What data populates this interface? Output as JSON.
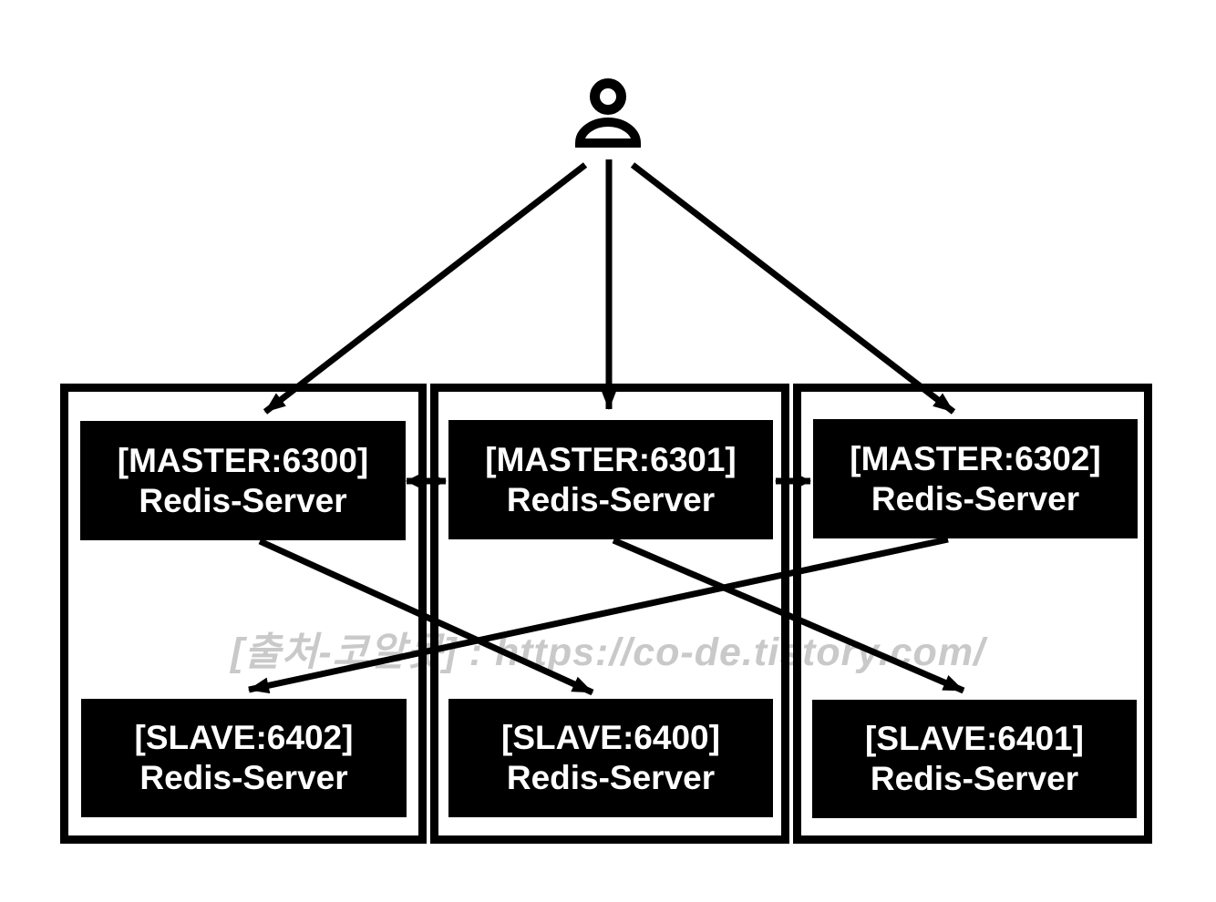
{
  "watermark": {
    "text": "[출처-코알못] : https://co-de.tistory.com/",
    "color": "#c9c9c9"
  },
  "person": {
    "icon": "user-icon",
    "role": "client"
  },
  "clusters": [
    {
      "master": {
        "label": "[MASTER:6300]",
        "sublabel": "Redis-Server"
      },
      "slave": {
        "label": "[SLAVE:6402]",
        "sublabel": "Redis-Server"
      }
    },
    {
      "master": {
        "label": "[MASTER:6301]",
        "sublabel": "Redis-Server"
      },
      "slave": {
        "label": "[SLAVE:6400]",
        "sublabel": "Redis-Server"
      }
    },
    {
      "master": {
        "label": "[MASTER:6302]",
        "sublabel": "Redis-Server"
      },
      "slave": {
        "label": "[SLAVE:6401]",
        "sublabel": "Redis-Server"
      }
    }
  ],
  "connections": [
    {
      "from": "client",
      "to": "MASTER:6300",
      "type": "arrow"
    },
    {
      "from": "client",
      "to": "MASTER:6301",
      "type": "arrow"
    },
    {
      "from": "client",
      "to": "MASTER:6302",
      "type": "arrow"
    },
    {
      "from": "MASTER:6300",
      "to": "MASTER:6301",
      "type": "bidirectional"
    },
    {
      "from": "MASTER:6301",
      "to": "MASTER:6302",
      "type": "bidirectional"
    },
    {
      "from": "MASTER:6300",
      "to": "SLAVE:6400",
      "type": "arrow"
    },
    {
      "from": "MASTER:6301",
      "to": "SLAVE:6401",
      "type": "arrow"
    },
    {
      "from": "MASTER:6302",
      "to": "SLAVE:6402",
      "type": "arrow"
    }
  ],
  "colors": {
    "node_background": "#000000",
    "node_text": "#ffffff",
    "line": "#000000",
    "background": "#ffffff",
    "watermark": "#c9c9c9"
  }
}
